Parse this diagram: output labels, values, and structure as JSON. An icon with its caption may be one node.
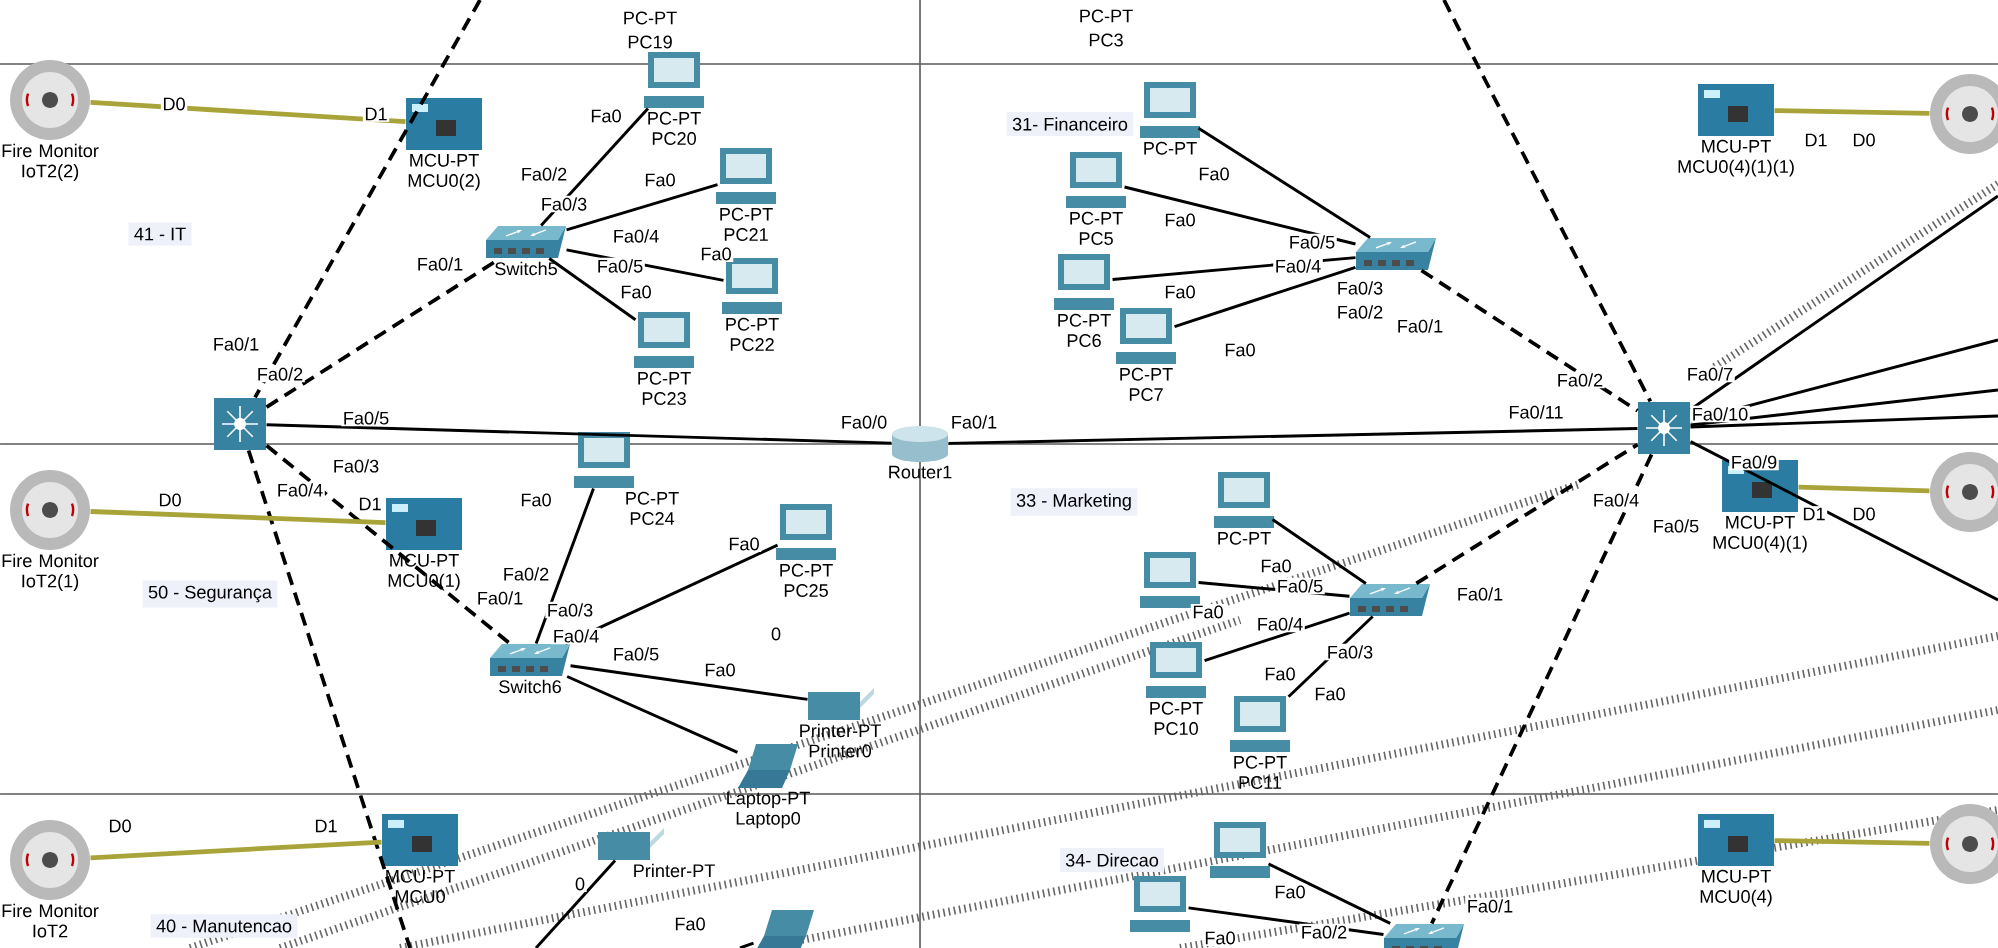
{
  "diagram": {
    "nodes": [
      {
        "text": [
          "Fire Monitor IoT2(2)"
        ]
      },
      {
        "text": [
          "MCU-PT MCU0(2)"
        ]
      },
      {
        "text": [
          "Switch5"
        ]
      },
      {
        "text": [
          "PC-PT PC20"
        ]
      },
      {
        "text": [
          "PC-PT PC21"
        ]
      },
      {
        "text": [
          "PC-PT PC22"
        ]
      },
      {
        "text": [
          "PC-PT PC23"
        ]
      },
      {
        "text": [],
        "shape": "picture"
      },
      {
        "text": [
          "Router1"
        ]
      },
      {
        "text": [
          "PC-PT PC24"
        ]
      },
      {
        "text": [
          "PC-PT PC25"
        ]
      },
      {
        "text": [
          "Fire Monitor IoT2(1)"
        ]
      },
      {
        "text": [
          "MCU-PT MCU0(1)"
        ]
      },
      {
        "text": [
          "Switch6"
        ]
      },
      {
        "text": [
          "Printer-PT Printer0"
        ]
      },
      {
        "text": [
          "Laptop-PT Laptop0"
        ]
      },
      {
        "text": [
          "Fire Monitor IoT2"
        ]
      },
      {
        "text": [
          "MCU-PT MCU0"
        ]
      },
      {
        "text": [
          "Printer-PT"
        ]
      },
      {
        "text": [],
        "shape": "picture"
      },
      {
        "text": [
          "PC-PT"
        ]
      },
      {
        "text": [
          "PC-PT PC5"
        ]
      },
      {
        "text": [
          "PC-PT PC6"
        ]
      },
      {
        "text": [
          "PC-PT PC7"
        ]
      },
      {
        "text": [],
        "shape": "picture"
      },
      {
        "text": [],
        "shape": "picture"
      },
      {
        "text": [
          "MCU-PT MCU0(4)(1)(1)"
        ]
      },
      {
        "text": [],
        "shape": "picture"
      },
      {
        "text": [
          "MCU-PT MCU0(4)(1)"
        ]
      },
      {
        "text": [],
        "shape": "picture"
      },
      {
        "text": [],
        "shape": "picture"
      },
      {
        "text": [
          "PC-PT"
        ]
      },
      {
        "text": [],
        "shape": "picture"
      },
      {
        "text": [
          "PC-PT PC10"
        ]
      },
      {
        "text": [
          "PC-PT PC11"
        ]
      },
      {
        "text": [
          "MCU-PT MCU0(4)"
        ]
      },
      {
        "text": [],
        "shape": "picture"
      },
      {
        "text": [],
        "shape": "picture"
      },
      {
        "text": [],
        "shape": "picture"
      },
      {
        "text": [],
        "shape": "picture"
      }
    ],
    "edges": [
      {
        "from": 0,
        "to": 1,
        "arrow": "none",
        "color": "#a9a43a"
      },
      {
        "from": null,
        "to": 7,
        "arrow": "none",
        "style": "dashed"
      },
      {
        "from": 7,
        "to": 2,
        "arrow": "none",
        "style": "dashed"
      },
      {
        "from": 2,
        "to": 3,
        "arrow": "none"
      },
      {
        "from": 2,
        "to": 4,
        "arrow": "none"
      },
      {
        "from": 2,
        "to": 5,
        "arrow": "none"
      },
      {
        "from": 2,
        "to": 6,
        "arrow": "none"
      },
      {
        "from": 7,
        "to": 8,
        "arrow": "none"
      },
      {
        "from": 7,
        "to": 13,
        "arrow": "none",
        "style": "dashed"
      },
      {
        "from": 7,
        "to": null,
        "arrow": "none",
        "style": "dashed"
      },
      {
        "from": 11,
        "to": 12,
        "arrow": "none",
        "color": "#a9a43a"
      },
      {
        "from": 13,
        "to": 9,
        "arrow": "none"
      },
      {
        "from": 13,
        "to": 10,
        "arrow": "none"
      },
      {
        "from": 13,
        "to": 14,
        "arrow": "none"
      },
      {
        "from": 13,
        "to": 15,
        "arrow": "none"
      },
      {
        "from": 16,
        "to": 17,
        "arrow": "none",
        "color": "#a9a43a"
      },
      {
        "from": 8,
        "to": 25,
        "arrow": "none"
      },
      {
        "from": 24,
        "to": 25,
        "arrow": "none",
        "style": "dashed"
      },
      {
        "from": 20,
        "to": 24,
        "arrow": "none"
      },
      {
        "from": 21,
        "to": 24,
        "arrow": "none"
      },
      {
        "from": 22,
        "to": 24,
        "arrow": "none"
      },
      {
        "from": 23,
        "to": 24,
        "arrow": "none"
      },
      {
        "from": null,
        "to": 25,
        "arrow": "none",
        "style": "dashed"
      },
      {
        "from": 26,
        "to": 27,
        "arrow": "none",
        "color": "#a9a43a"
      },
      {
        "from": 28,
        "to": 29,
        "arrow": "none",
        "color": "#a9a43a"
      },
      {
        "from": 30,
        "to": 25,
        "arrow": "none",
        "style": "dashed"
      },
      {
        "from": 31,
        "to": 30,
        "arrow": "none"
      },
      {
        "from": 32,
        "to": 30,
        "arrow": "none"
      },
      {
        "from": 33,
        "to": 30,
        "arrow": "none"
      },
      {
        "from": 34,
        "to": 30,
        "arrow": "none"
      },
      {
        "from": 25,
        "to": 39,
        "arrow": "none",
        "style": "dashed"
      },
      {
        "from": 35,
        "to": 36,
        "arrow": "none",
        "color": "#a9a43a"
      },
      {
        "from": 37,
        "to": 39,
        "arrow": "none"
      },
      {
        "from": 38,
        "to": 39,
        "arrow": "none"
      },
      {
        "from": 18,
        "to": null,
        "arrow": "none"
      },
      {
        "from": 19,
        "to": null,
        "arrow": "none"
      },
      {
        "from": 25,
        "to": null,
        "arrow": "none"
      },
      {
        "from": 25,
        "to": null,
        "arrow": "none"
      },
      {
        "from": 25,
        "to": null,
        "arrow": "none"
      },
      {
        "from": 25,
        "to": null,
        "arrow": "none"
      },
      {
        "from": 25,
        "to": null,
        "arrow": "none"
      }
    ],
    "labels": [
      "PC-PT",
      "PC19",
      "PC-PT",
      "PC3",
      "D0",
      "D1",
      "41 - IT",
      "Fa0",
      "Fa0/2",
      "Fa0/3",
      "Fa0",
      "Fa0/4",
      "Fa0/5",
      "Fa0",
      "Fa0",
      "Fa0/1",
      "Fa0/1",
      "Fa0/2",
      "Fa0/5",
      "Fa0/0",
      "Fa0/1",
      "31- Financeiro",
      "D1",
      "D0",
      "Fa0",
      "Fa0",
      "Fa0/5",
      "Fa0/4",
      "Fa0",
      "Fa0/3",
      "Fa0/2",
      "Fa0/1",
      "Fa0",
      "Fa0/2",
      "Fa0/7",
      "Fa0/11",
      "Fa0/10",
      "Fa0/3",
      "Fa0/9",
      "Fa0/4",
      "D0",
      "D1",
      "50 - Segurança",
      "Fa0",
      "Fa0/2",
      "Fa0/1",
      "Fa0",
      "Fa0/3",
      "Fa0/4",
      "Fa0/5",
      "0",
      "Fa0",
      "33 - Marketing",
      "Fa0/4",
      "Fa0/5",
      "D1",
      "D0",
      "Fa0",
      "Fa0/5",
      "Fa0/1",
      "Fa0",
      "Fa0/4",
      "Fa0/3",
      "Fa0",
      "Fa0",
      "D0",
      "D1",
      "40 - Manutencao",
      "0",
      "Fa0",
      "34- Direcao",
      "Fa0",
      "Fa0/1",
      "Fa0/2",
      "Fa0"
    ]
  }
}
